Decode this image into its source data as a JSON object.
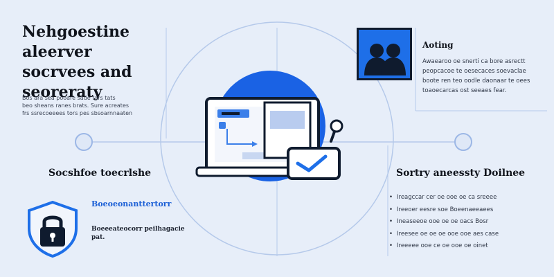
{
  "title_lines": [
    "Nehgoestine aleerver",
    "socrvees and",
    "seoreraty"
  ],
  "intro_lines": [
    "Bos ara sea pooare sade tars tats",
    "beo sheans ranes brats. Sure acreates",
    "frs ssrecoeeees tors pes sbsoarnnaaten"
  ],
  "access_panel": {
    "heading": "Aoting",
    "lines": [
      "Awaearoo oe snerti ca bore asrectt",
      "peopcacoe te oesecaces soevaclae",
      "boote ren teo oodle daonaar te oees",
      "toaoecarcas ost seeaes fear."
    ]
  },
  "secure_section": {
    "title": "Socshfoe toecrlshe",
    "lock_label": "Boeoeonanttertorr",
    "lock_desc_lines": [
      "Boeeeateocorr peilhagacie",
      "pat."
    ]
  },
  "support_section": {
    "title": "Sortry aneessty Doilnee",
    "items": [
      "Ireagccar cer oe ooe oe ca sreeee",
      "Ireeoer eesre soe Boeenaeeaees",
      "Ineaseeoe ooe oe oe oacs Bosr",
      "Ireesee oe oe oe ooe ooe aes case",
      "Ireeeee ooe ce oe ooe oe oinet"
    ]
  },
  "icons": {
    "avatar": "user-group-icon",
    "hero": "laptop-with-windows-icon",
    "lock": "shield-lock-icon",
    "search": "magnifier-icon",
    "check": "check-icon"
  },
  "colors": {
    "background": "#e7eef9",
    "accent": "#1e6fe8",
    "circle": "#1a62e4",
    "ink": "#10141c",
    "line": "#9cb7e6"
  }
}
